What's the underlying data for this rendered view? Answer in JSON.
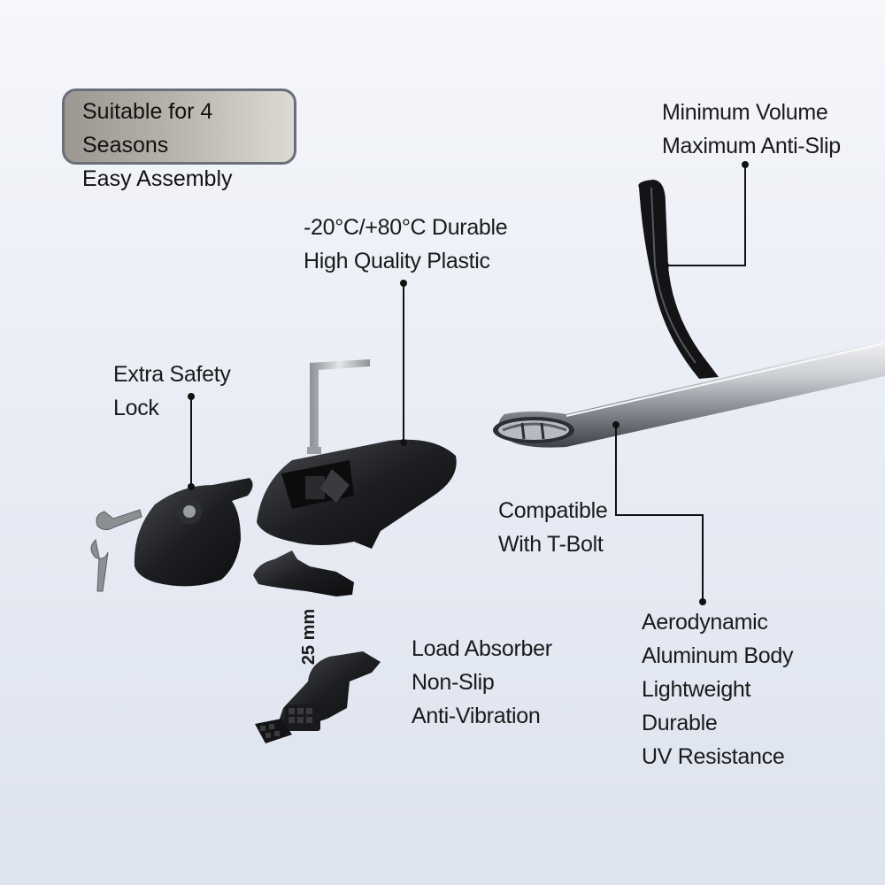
{
  "badge": {
    "line1": "Suitable for 4 Seasons",
    "line2": "Easy Assembly"
  },
  "callouts": {
    "rubber_strip": [
      "Minimum Volume",
      "Maximum Anti-Slip"
    ],
    "plastic": [
      "-20°C/+80°C Durable",
      "High Quality Plastic"
    ],
    "lock": [
      "Extra Safety",
      "Lock"
    ],
    "t_bolt": [
      "Compatible",
      "With T-Bolt"
    ],
    "bar_body": [
      "Aerodynamic",
      "Aluminum Body",
      "Lightweight",
      "Durable",
      "UV Resistance"
    ],
    "absorber": [
      "Load Absorber",
      "Non-Slip",
      "Anti-Vibration"
    ]
  },
  "dimension_label": "25 mm",
  "colors": {
    "background": "#e9edf5",
    "badge_fill": "#b5b2a9",
    "badge_border": "#6b6f7a",
    "line": "#111111",
    "part_black": "#1c1c1e"
  }
}
